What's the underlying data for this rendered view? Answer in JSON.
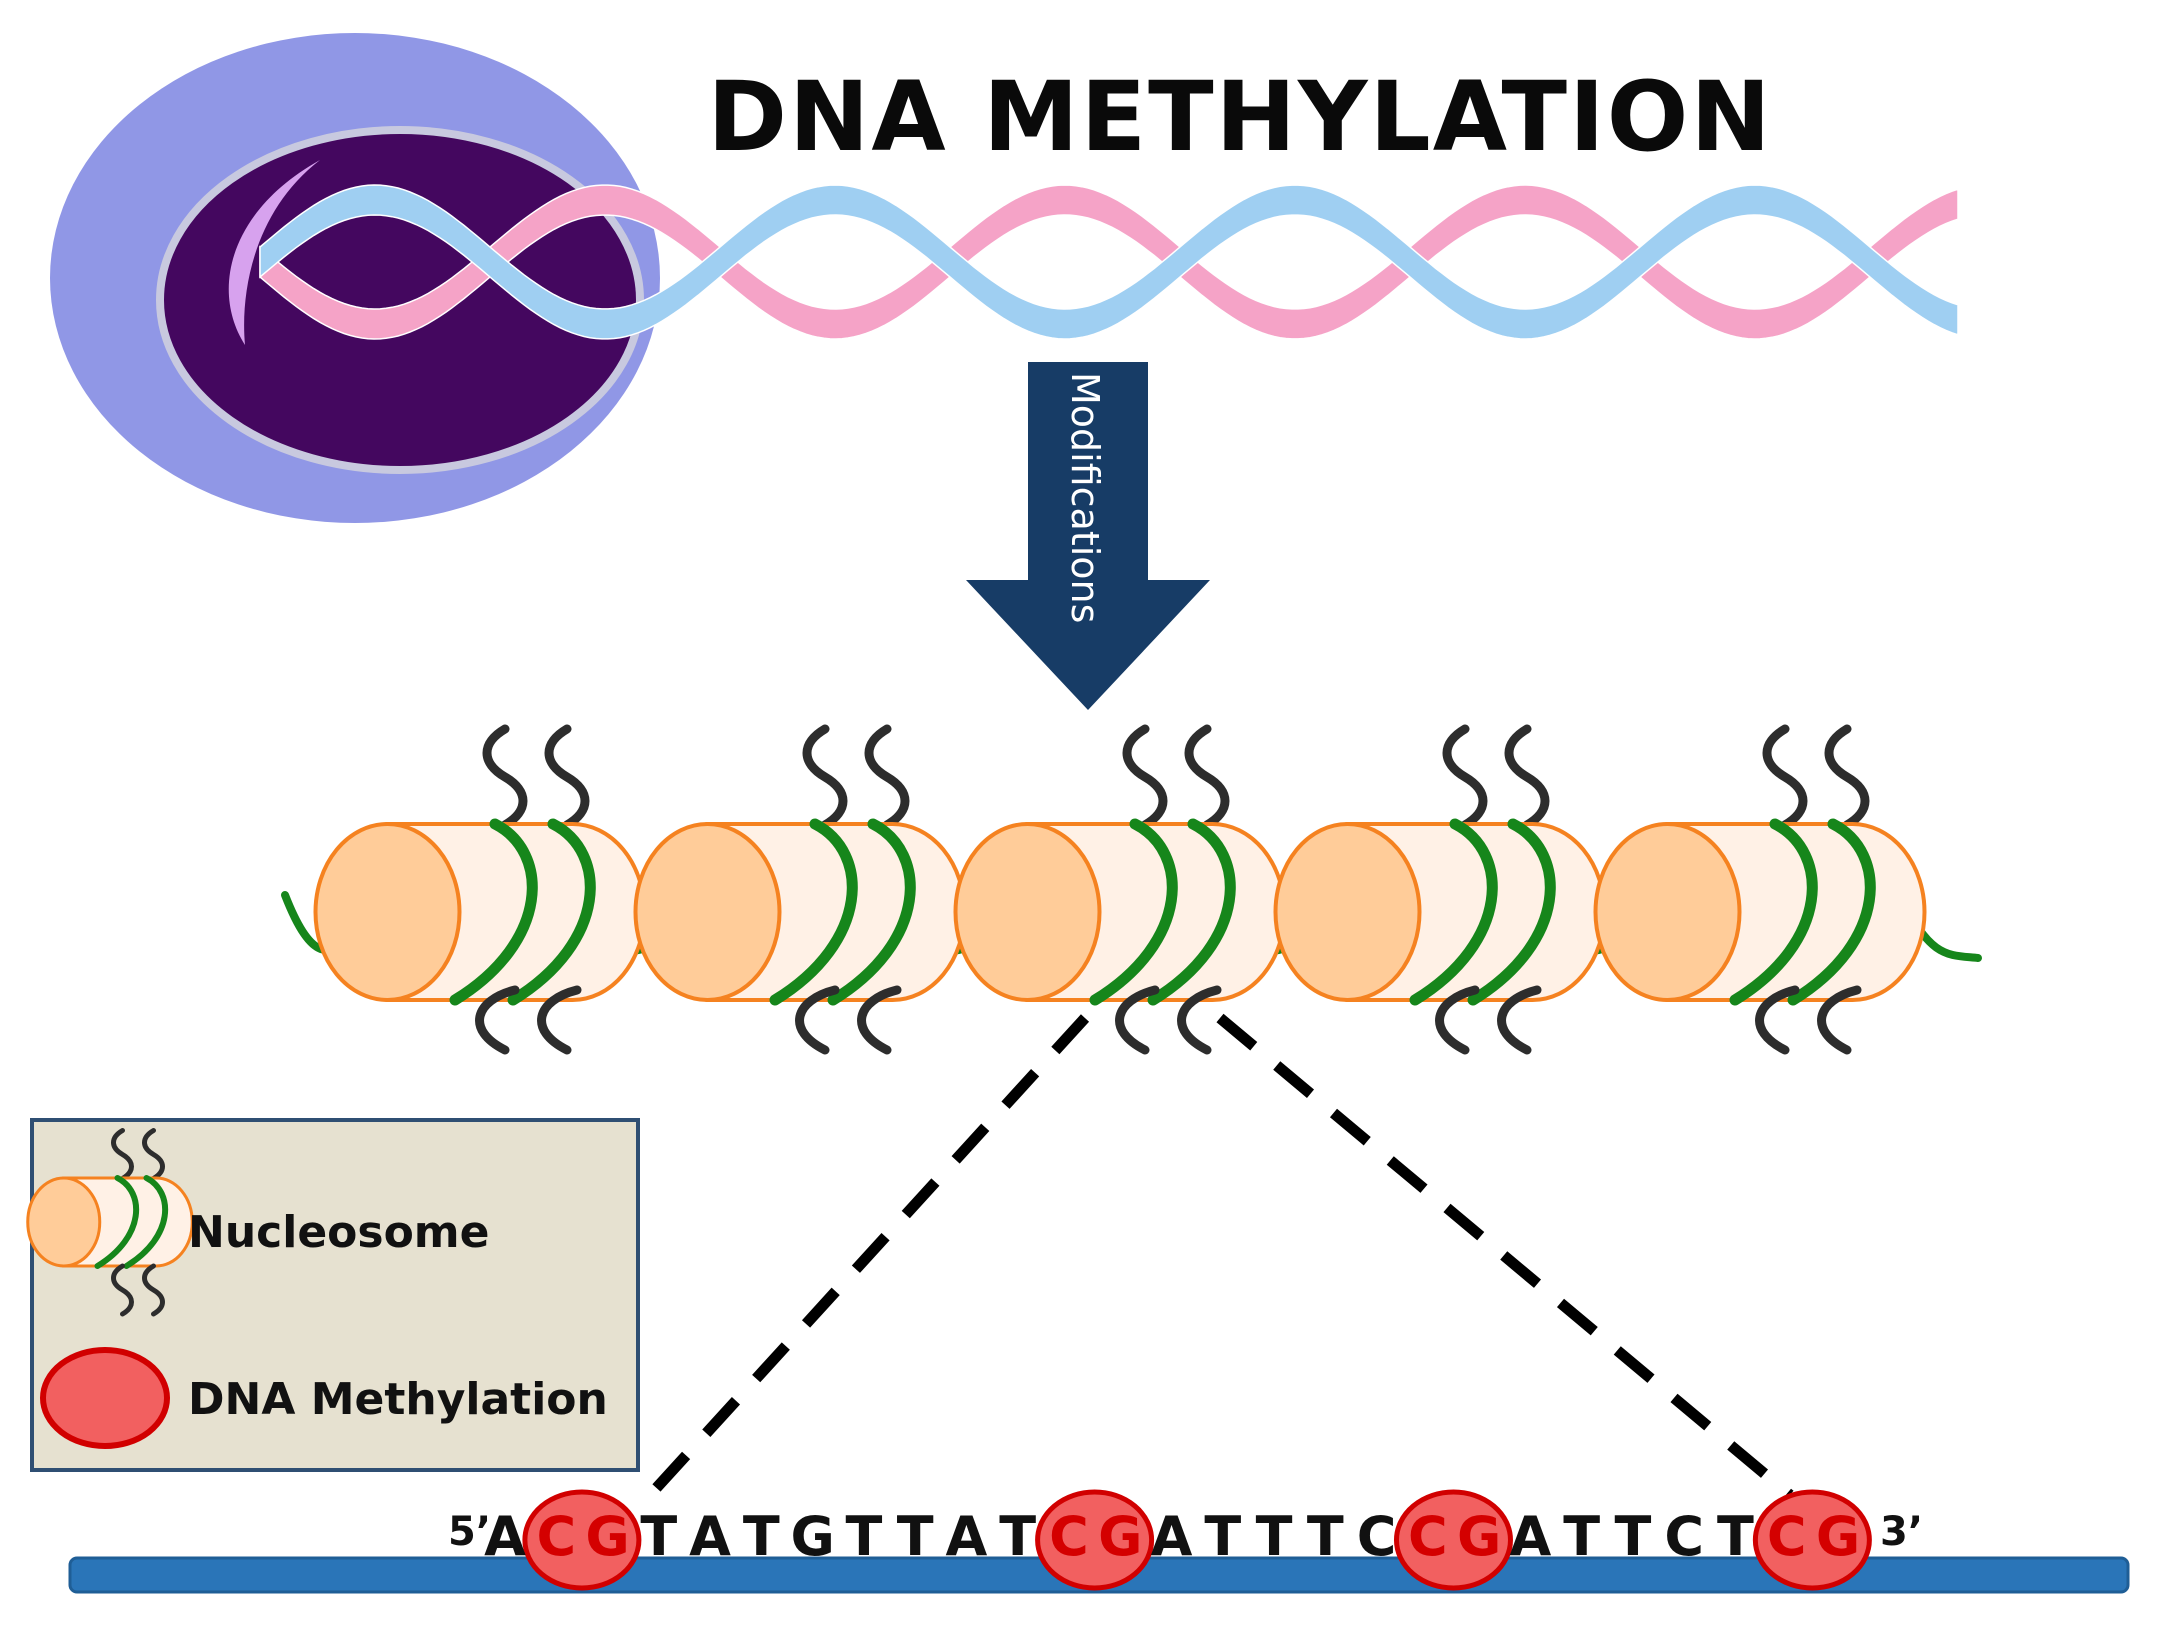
{
  "title": "DNA METHYLATION",
  "arrow_label": "Modifications",
  "legend": {
    "items": [
      {
        "label": "Nucleosome",
        "icon": "nucleosome-icon"
      },
      {
        "label": "DNA Methylation",
        "icon": "methylation-marker-icon"
      }
    ]
  },
  "sequence": {
    "five_prime": "5’",
    "three_prime": "3’",
    "bases": [
      "A",
      "C",
      "G",
      "T",
      "A",
      "T",
      "G",
      "T",
      "T",
      "A",
      "T",
      "C",
      "G",
      "A",
      "T",
      "T",
      "T",
      "C",
      "C",
      "G",
      "A",
      "T",
      "T",
      "C",
      "T",
      "C",
      "G"
    ],
    "methylated_cg_start_indexes": [
      1,
      11,
      18,
      25
    ]
  },
  "nucleosome_count": 5,
  "colors": {
    "cytoplasm": "#9097e6",
    "nucleus": "#44075f",
    "nucleolus_highlight": "#d7a2ee",
    "strand_pink": "#f5a3c7",
    "strand_blue": "#9fcff2",
    "arrow": "#173c66",
    "histone_face": "#ffcc99",
    "histone_body": "#fff1e6",
    "histone_edge": "#f58220",
    "dna_wrap": "#16861b",
    "tail": "#2d2d2d",
    "legend_bg": "#e6e1d0",
    "legend_border": "#2f4f73",
    "methyl_fill": "#f26060",
    "methyl_edge": "#d10000",
    "baseline": "#2a75b8"
  }
}
